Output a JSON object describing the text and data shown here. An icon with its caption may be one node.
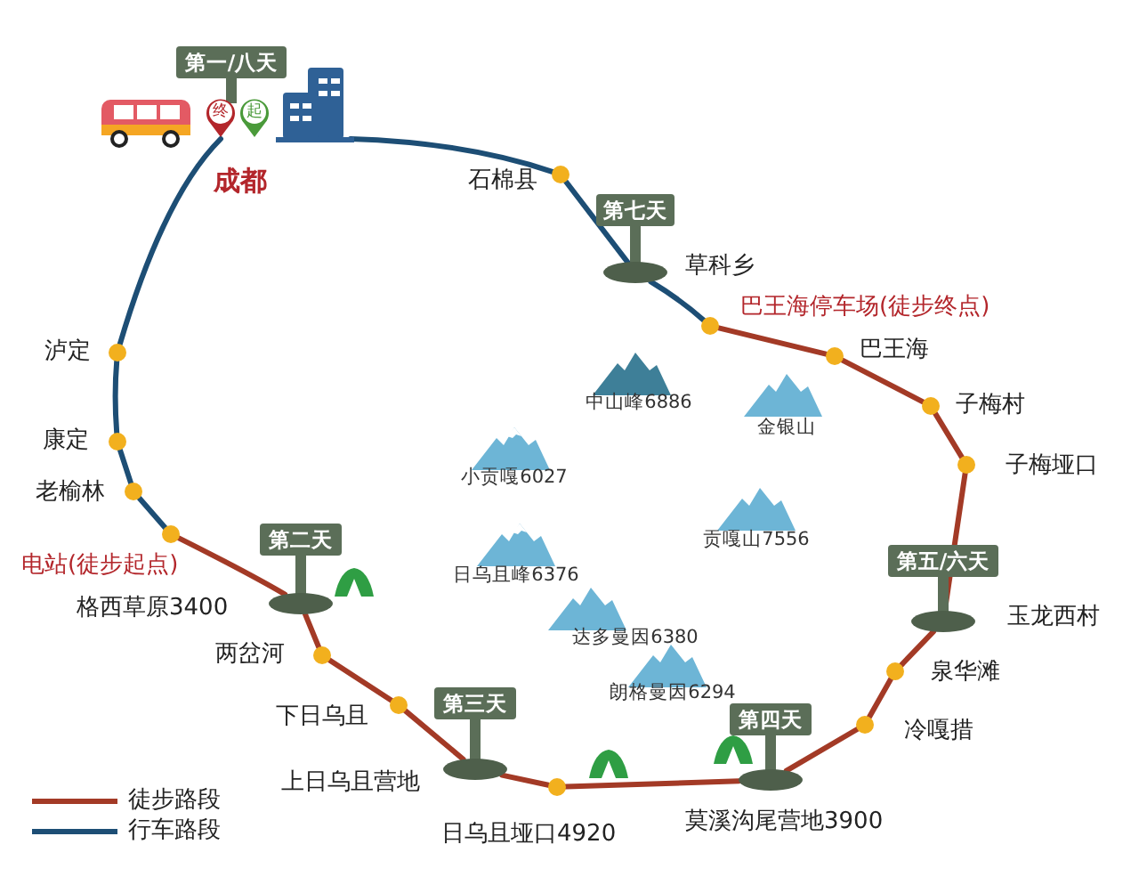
{
  "diagram": {
    "nodes": [
      {
        "text": [
          "第一/八天"
        ]
      },
      {
        "text": [
          "终"
        ]
      },
      {
        "text": [
          "起"
        ]
      },
      {
        "text": [],
        "shape": "picture"
      },
      {
        "text": [],
        "shape": "circle",
        "beside": [
          "石棉县"
        ]
      },
      {
        "text": [
          "第七天"
        ],
        "beside": [
          "草科乡"
        ]
      },
      {
        "text": [],
        "shape": "circle",
        "beside": [
          "巴王海停车场(徒步终点)"
        ]
      },
      {
        "text": [],
        "shape": "circle",
        "beside": [
          "巴王海"
        ]
      },
      {
        "text": [],
        "shape": "circle",
        "beside": [
          "子梅村"
        ]
      },
      {
        "text": [],
        "shape": "circle",
        "beside": [
          "子梅垭口"
        ]
      },
      {
        "text": [
          "第五/六天"
        ],
        "beside": [
          "玉龙西村"
        ]
      },
      {
        "text": [],
        "shape": "circle",
        "beside": [
          "泉华滩"
        ]
      },
      {
        "text": [],
        "shape": "circle",
        "beside": [
          "冷嘎措"
        ]
      },
      {
        "text": [
          "第四天"
        ],
        "beside": [
          "莫溪沟尾营地3900"
        ]
      },
      {
        "text": [],
        "shape": "circle",
        "beside": [
          "日乌且垭口4920"
        ]
      },
      {
        "text": [
          "第三天"
        ],
        "beside": [
          "上日乌且营地"
        ]
      },
      {
        "text": [],
        "shape": "circle",
        "beside": [
          "下日乌且"
        ]
      },
      {
        "text": [],
        "shape": "circle",
        "beside": [
          "两岔河"
        ]
      },
      {
        "text": [
          "第二天"
        ],
        "beside": [
          "格西草原3400"
        ]
      },
      {
        "text": [],
        "shape": "circle",
        "beside": [
          "电站(徒步起点)"
        ]
      },
      {
        "text": [],
        "shape": "circle",
        "beside": [
          "老榆林"
        ]
      },
      {
        "text": [],
        "shape": "circle",
        "beside": [
          "康定"
        ]
      },
      {
        "text": [],
        "shape": "circle",
        "beside": [
          "泸定"
        ]
      }
    ],
    "edges": [
      {
        "from": 3,
        "to": 4,
        "arrow": "none",
        "color": "#1d4e75"
      },
      {
        "from": 4,
        "to": 5,
        "arrow": "none",
        "color": "#1d4e75"
      },
      {
        "from": 5,
        "to": 6,
        "arrow": "none",
        "color": "#1d4e75"
      },
      {
        "from": 6,
        "to": 7,
        "arrow": "none"
      },
      {
        "from": 7,
        "to": 8,
        "arrow": "none"
      },
      {
        "from": 8,
        "to": 9,
        "arrow": "none"
      },
      {
        "from": 9,
        "to": 10,
        "arrow": "none"
      },
      {
        "from": 10,
        "to": 11,
        "arrow": "none"
      },
      {
        "from": 11,
        "to": 12,
        "arrow": "none"
      },
      {
        "from": 12,
        "to": 13,
        "arrow": "none"
      },
      {
        "from": 13,
        "to": 14,
        "arrow": "none"
      },
      {
        "from": 14,
        "to": 15,
        "arrow": "none"
      },
      {
        "from": 15,
        "to": 16,
        "arrow": "none"
      },
      {
        "from": 16,
        "to": 17,
        "arrow": "none"
      },
      {
        "from": 17,
        "to": 18,
        "arrow": "none"
      },
      {
        "from": 18,
        "to": 19,
        "arrow": "none"
      },
      {
        "from": 19,
        "to": 20,
        "arrow": "none",
        "color": "#1d4e75"
      },
      {
        "from": 20,
        "to": 21,
        "arrow": "none",
        "color": "#1d4e75"
      },
      {
        "from": 21,
        "to": 22,
        "arrow": "none",
        "color": "#1d4e75"
      },
      {
        "from": 22,
        "to": 1,
        "arrow": "none",
        "color": "#1d4e75"
      }
    ],
    "labels": [
      "成都",
      "中山峰6886",
      "金银山",
      "小贡嘎6027",
      "贡嘎山7556",
      "日乌且峰6376",
      "达多曼因6380",
      "朗格曼因6294"
    ],
    "legend": [
      {
        "text": "徒步路段"
      },
      {
        "text": "行车路段"
      }
    ]
  }
}
